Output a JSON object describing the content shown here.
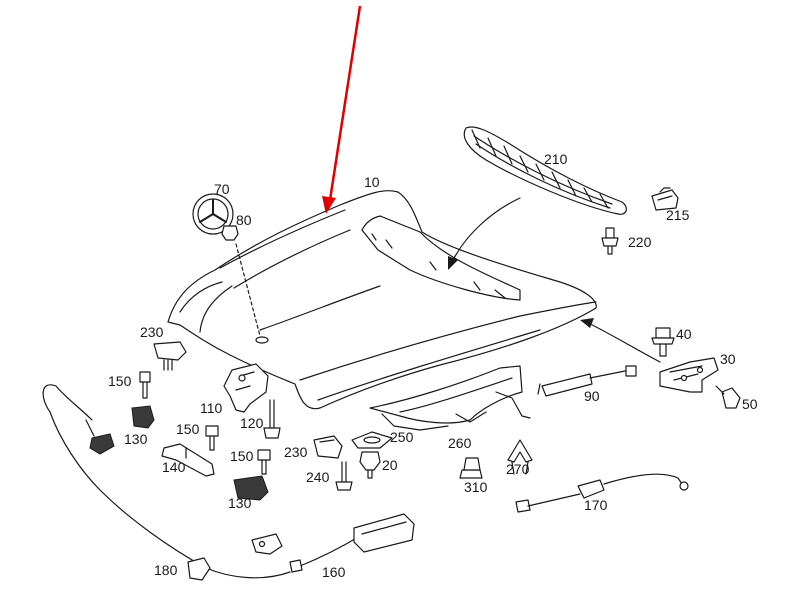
{
  "diagram": {
    "accent_color": "#e00000",
    "labels": {
      "p10": "10",
      "p20": "20",
      "p30": "30",
      "p40": "40",
      "p50": "50",
      "p70": "70",
      "p80": "80",
      "p90": "90",
      "p110": "110",
      "p120": "120",
      "p130a": "130",
      "p130b": "130",
      "p140": "140",
      "p150a": "150",
      "p150b": "150",
      "p160": "160",
      "p170": "170",
      "p180": "180",
      "p210": "210",
      "p215": "215",
      "p220": "220",
      "p230a": "230",
      "p230b": "230",
      "p240": "240",
      "p250": "250",
      "p260": "260",
      "p270": "270",
      "p310": "310"
    }
  }
}
